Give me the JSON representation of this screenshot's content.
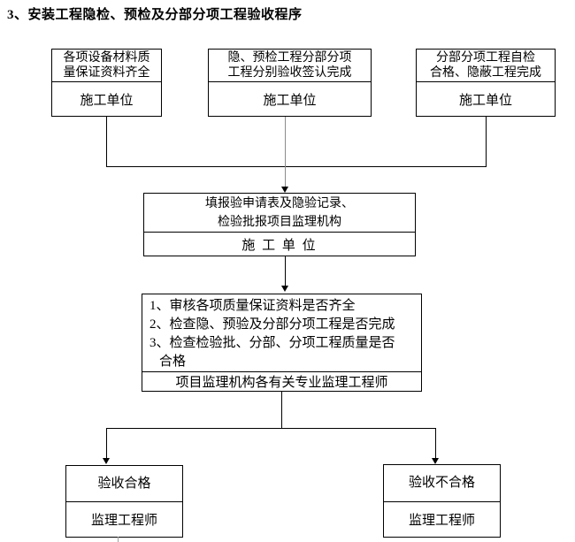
{
  "title": "3、安装工程隐检、预检及分部分项工程验收程序",
  "flowchart": {
    "top_boxes": [
      {
        "lines": [
          "各项设备材料质",
          "量保证资料齐全"
        ],
        "actor": "施工单位"
      },
      {
        "lines": [
          "隐、预检工程分部分项",
          "工程分别验收签认完成"
        ],
        "actor": "施工单位"
      },
      {
        "lines": [
          "分部分项工程自检",
          "合格、隐蔽工程完成"
        ],
        "actor": "施工单位"
      }
    ],
    "submit_box": {
      "lines": [
        "填报验申请表及隐验记录、",
        "检验批报项目监理机构"
      ],
      "actor": "施 工 单 位"
    },
    "review_box": {
      "items": [
        "1、审核各项质量保证资料是否齐全",
        "2、检查隐、预验及分部分项工程是否完成",
        "3、检查检验批、分部、分项工程质量是否",
        "合格"
      ],
      "actor": "项目监理机构各有关专业监理工程师"
    },
    "result_boxes": [
      {
        "label": "验收合格",
        "actor": "监理工程师"
      },
      {
        "label": "验收不合格",
        "actor": "监理工程师"
      }
    ]
  },
  "colors": {
    "line": "#000000",
    "text": "#000000",
    "background": "#ffffff",
    "center_arrow_shaft": "#8c8c8c"
  }
}
